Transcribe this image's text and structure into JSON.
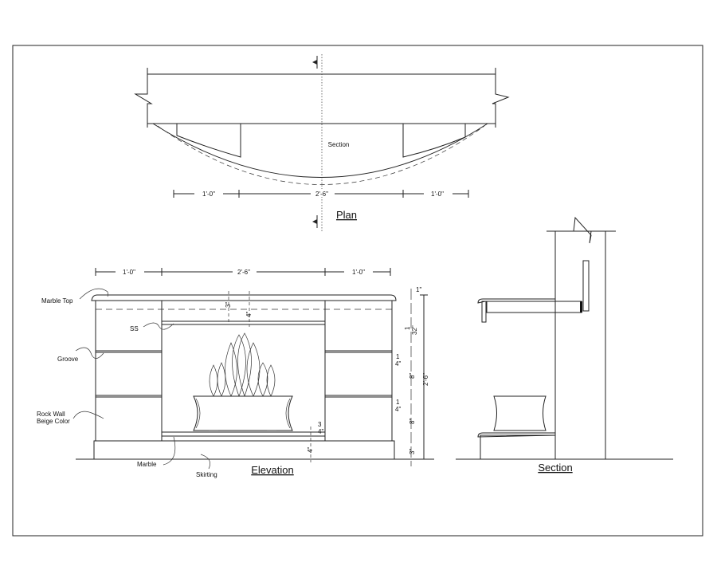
{
  "plan": {
    "title": "Plan",
    "section_label": "Section",
    "dims": [
      "1'-0\"",
      "2'-6\"",
      "1'-0\""
    ]
  },
  "elevation": {
    "title": "Elevation",
    "dims_top": [
      "1'-0\"",
      "2'-6\"",
      "1'-0\""
    ],
    "labels": {
      "marble_top": "Marble Top",
      "ss": "SS",
      "groove": "Groove",
      "rock_wall_1": "Rock Wall",
      "rock_wall_2": "Beige Color",
      "marble": "Marble",
      "skirting": "Skirting"
    },
    "inner_dims": {
      "d3": "3\"",
      "d4": "4\"",
      "d34_num": "3",
      "d34_den": "4\"",
      "d4b": "4\""
    },
    "right_dims": {
      "d1": "1\"",
      "d1_32_num": "1",
      "d1_32_den": "32\"",
      "q1_num": "1",
      "q1_den": "4\"",
      "d8a": "8\"",
      "q2_num": "1",
      "q2_den": "4\"",
      "d8b": "8\"",
      "d3": "3\"",
      "total": "2'-6\""
    }
  },
  "section": {
    "title": "Section"
  }
}
